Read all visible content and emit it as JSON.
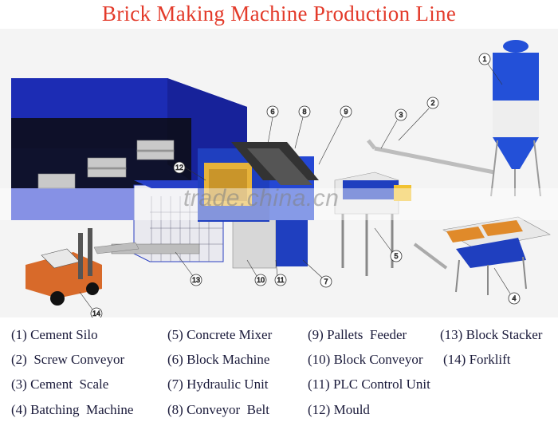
{
  "title": "Brick  Making Machine Production  Line",
  "watermark": "trade.china.cn",
  "callouts": [
    "1",
    "2",
    "3",
    "4",
    "5",
    "6",
    "7",
    "8",
    "9",
    "10",
    "11",
    "12",
    "13",
    "14"
  ],
  "legend": [
    [
      "(1) Cement Silo",
      "(5) Concrete Mixer",
      "(9) Pallets  Feeder",
      "(13) Block Stacker"
    ],
    [
      "(2)  Screw Conveyor",
      "(6) Block Machine",
      "(10) Block Conveyor",
      "(14) Forklift"
    ],
    [
      "(3) Cement  Scale",
      "(7) Hydraulic Unit",
      "(11) PLC Control Unit",
      ""
    ],
    [
      "(4) Batching  Machine",
      "(8) Conveyor  Belt",
      "(12) Mould",
      ""
    ]
  ],
  "colors": {
    "title": "#e33a2a",
    "machine_blue": "#1f3fbf",
    "silo_blue": "#2350d8",
    "forklift": "#d86a2a"
  }
}
